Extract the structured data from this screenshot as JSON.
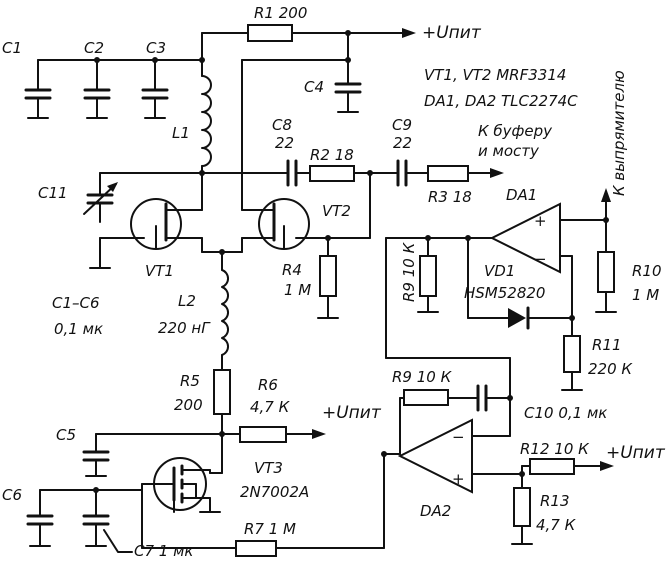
{
  "labels": {
    "C1": "C1",
    "C2": "C2",
    "C3": "C3",
    "C4": "C4",
    "C5": "C5",
    "C6": "C6",
    "C7": "C7 1 мк",
    "C8": "C8",
    "C8_val": "22",
    "C9": "C9",
    "C9_val": "22",
    "C10": "C10  0,1 мк",
    "C11": "C11",
    "C1C6": "C1–C6",
    "C1C6_val": "0,1 мк",
    "L1": "L1",
    "L2": "L2",
    "L2_val": "220 нГ",
    "R1": "R1  200",
    "R2": "R2  18",
    "R3": "R3  18",
    "R4": "R4",
    "R4_val": "1 М",
    "R5": "R5",
    "R5_val": "200",
    "R6": "R6",
    "R6_val": "4,7 К",
    "R7": "R7  1 М",
    "R9a": "R9  10 К",
    "R9b": "R9  10 К",
    "R10": "R10",
    "R10_val": "1 М",
    "R11": "R11",
    "R11_val": "220 К",
    "R12": "R12  10 К",
    "R13": "R13",
    "R13_val": "4,7 К",
    "VT1": "VT1",
    "VT2": "VT2",
    "VT3": "VT3",
    "VT3_part": "2N7002A",
    "DA1": "DA1",
    "DA2": "DA2",
    "VD1": "VD1",
    "VD1_part": "HSM52820",
    "parts1": "VT1, VT2  MRF3314",
    "parts2": "DA1, DA2  TLC2274C",
    "to_buffer1": "К буферу",
    "to_buffer2": "и мосту",
    "to_rectifier": "К выпрямителю",
    "upit": "+Uпит",
    "plus": "+",
    "minus": "−"
  }
}
